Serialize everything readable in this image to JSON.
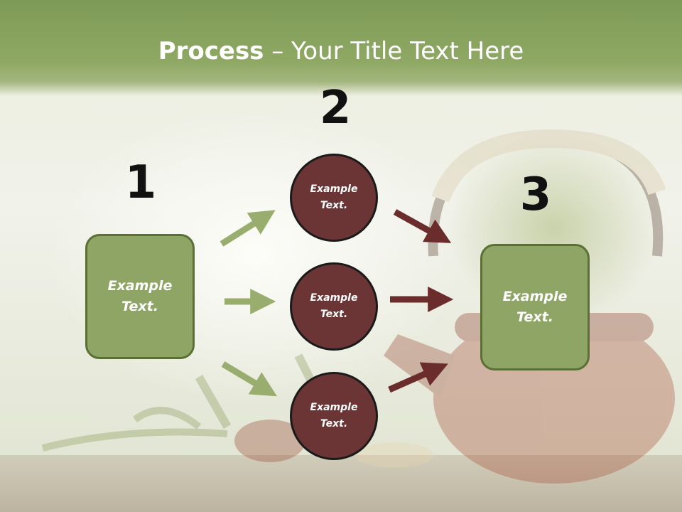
{
  "title": {
    "bold": "Process",
    "rest": " – Your Title Text Here"
  },
  "steps": {
    "one": {
      "number": "1",
      "text": "Example Text."
    },
    "two": {
      "number": "2"
    },
    "three": {
      "number": "3",
      "text": "Example Text."
    }
  },
  "nodes": [
    {
      "text": "Example Text."
    },
    {
      "text": "Example Text."
    },
    {
      "text": "Example Text."
    }
  ],
  "colors": {
    "header": "#8fa964",
    "green_box": "#8ea566",
    "green_arrow": "#98ad6e",
    "circle": "#6b3535",
    "red_arrow": "#6b2c2c",
    "number": "#111111"
  }
}
